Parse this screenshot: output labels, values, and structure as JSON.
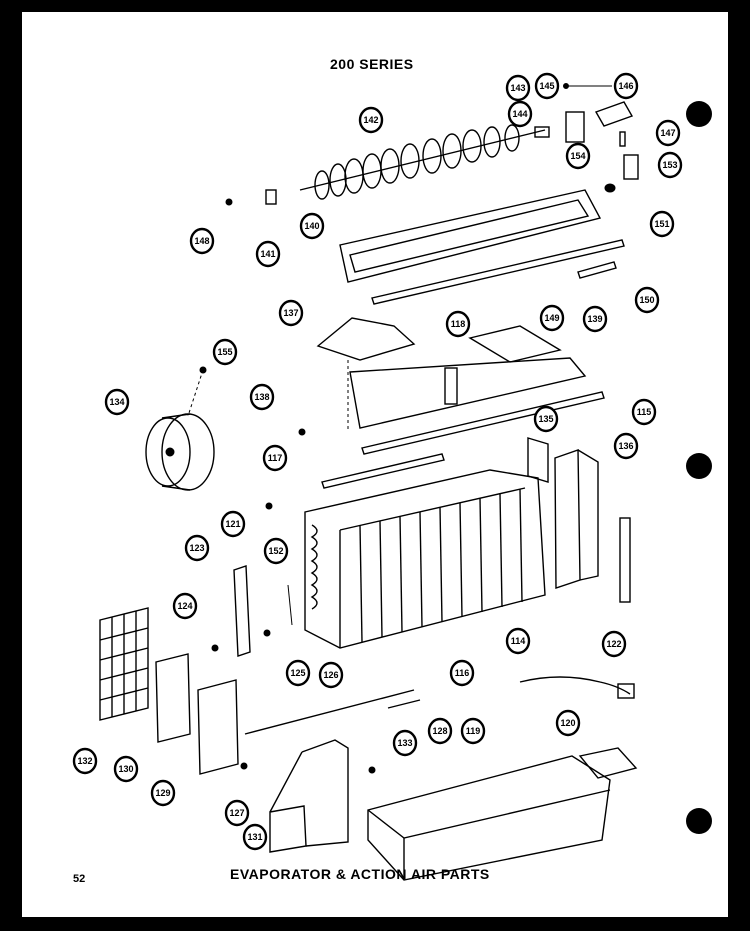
{
  "header": {
    "series_title": "200 SERIES"
  },
  "footer": {
    "section_title": "EVAPORATOR & ACTION AIR PARTS",
    "page_number": "52"
  },
  "callouts": [
    {
      "label": "143"
    },
    {
      "label": "145"
    },
    {
      "label": "146"
    },
    {
      "label": "142"
    },
    {
      "label": "144"
    },
    {
      "label": "147"
    },
    {
      "label": "154"
    },
    {
      "label": "153"
    },
    {
      "label": "148"
    },
    {
      "label": "141"
    },
    {
      "label": "140"
    },
    {
      "label": "151"
    },
    {
      "label": "149"
    },
    {
      "label": "150"
    },
    {
      "label": "137"
    },
    {
      "label": "118"
    },
    {
      "label": "139"
    },
    {
      "label": "155"
    },
    {
      "label": "134"
    },
    {
      "label": "138"
    },
    {
      "label": "115"
    },
    {
      "label": "135"
    },
    {
      "label": "136"
    },
    {
      "label": "117"
    },
    {
      "label": "121"
    },
    {
      "label": "123"
    },
    {
      "label": "152"
    },
    {
      "label": "124"
    },
    {
      "label": "125"
    },
    {
      "label": "122"
    },
    {
      "label": "114"
    },
    {
      "label": "116"
    },
    {
      "label": "126"
    },
    {
      "label": "128"
    },
    {
      "label": "119"
    },
    {
      "label": "120"
    },
    {
      "label": "133"
    },
    {
      "label": "132"
    },
    {
      "label": "130"
    },
    {
      "label": "129"
    },
    {
      "label": "127"
    },
    {
      "label": "131"
    }
  ]
}
